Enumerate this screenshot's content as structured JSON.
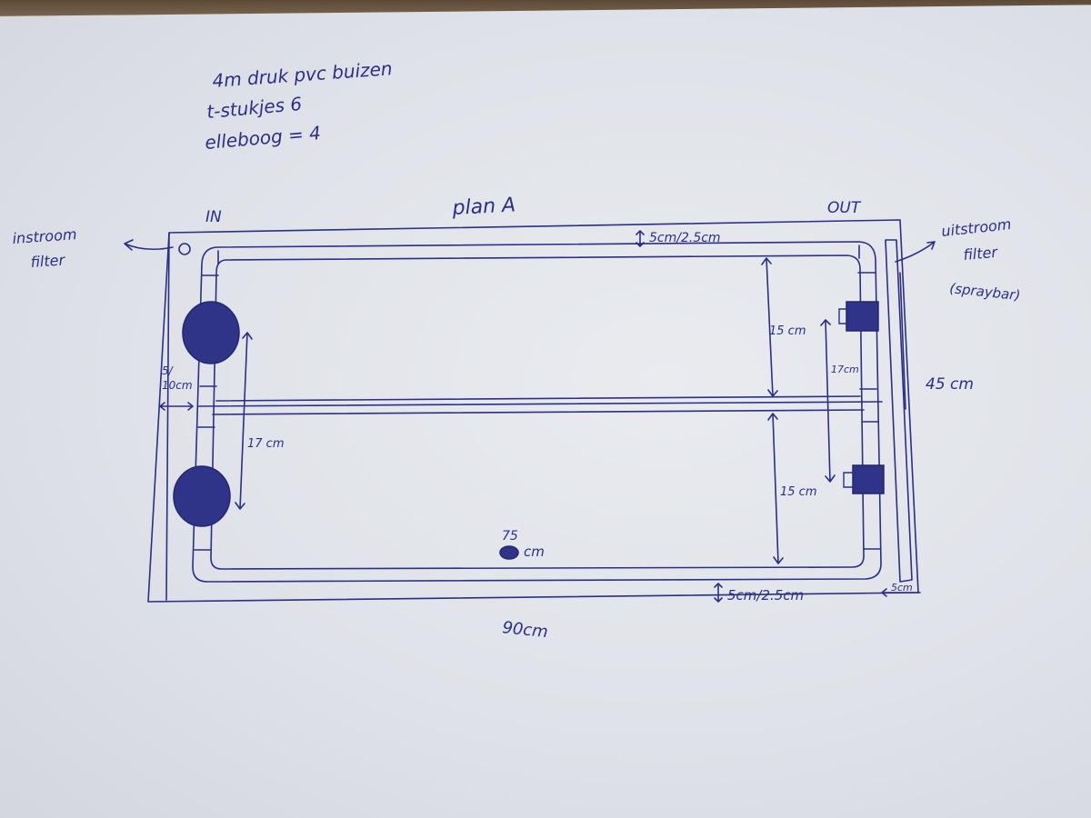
{
  "notes": {
    "line1": "4m druk pvc buizen",
    "line2": "t-stukjes 6",
    "line3": "elleboog = 4"
  },
  "title": "plan A",
  "labels": {
    "in": "IN",
    "out": "OUT",
    "inflow_line1": "instroom",
    "inflow_line2": "filter",
    "outflow_line1": "uitstroom",
    "outflow_line2": "filter",
    "outflow_line3": "(spraybar)"
  },
  "dimensions": {
    "top_gap": "5cm/2.5cm",
    "bottom_gap": "5cm/2.5cm",
    "right_gap": "5cm",
    "left_gap_line1": "5/",
    "left_gap_line2": "10cm",
    "width_total": "90cm",
    "height_total": "45 cm",
    "upper_span": "15 cm",
    "lower_span": "15 cm",
    "left_span": "17 cm",
    "right_span": "17cm",
    "center_top": "75",
    "center_bottom": "cm"
  },
  "colors": {
    "ink": "#2b2f86",
    "paper": "#e4e6eb"
  }
}
